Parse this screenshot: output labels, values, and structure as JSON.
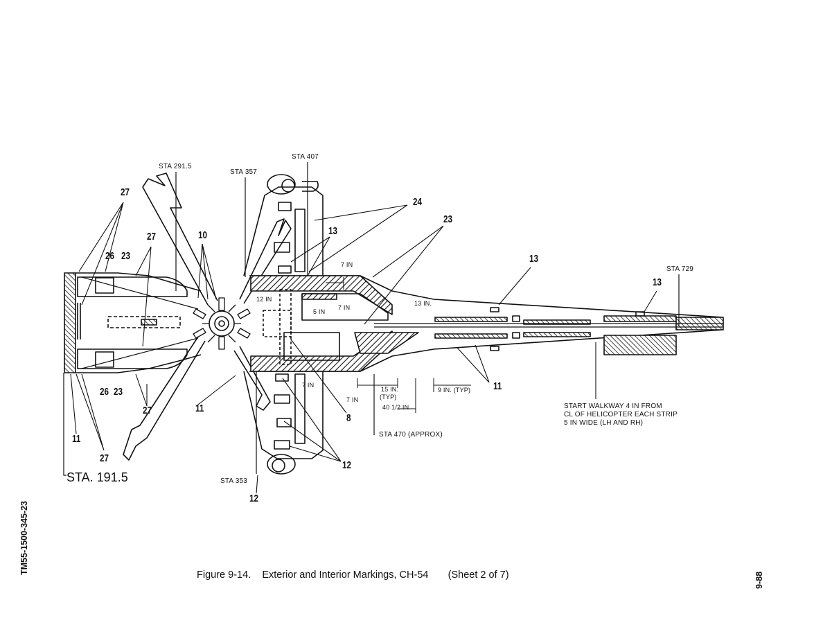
{
  "stations": {
    "sta_2915": "STA 291.5",
    "sta_357": "STA 357",
    "sta_407": "STA 407",
    "sta_729": "STA 729",
    "sta_353": "STA 353",
    "sta_470": "STA 470 (APPROX)",
    "sta_1915": "STA. 191.5"
  },
  "dimensions": {
    "d7in_top": "7 IN",
    "d12in": "12 IN",
    "d5in": "5 IN",
    "d7in_mid": "7 IN",
    "d13in": "13 IN.",
    "d7in_low": "7 IN",
    "d7in_low2": "7 IN",
    "d15in": "15 IN.",
    "typ": "(TYP)",
    "d40_1_2": "40 1/2 IN",
    "d9in": "9 IN. (TYP)"
  },
  "callouts": {
    "c27_top": "27",
    "c27_mid": "27",
    "c26_top": "26",
    "c23_top": "23",
    "c10": "10",
    "c13_a": "13",
    "c24": "24",
    "c23_right": "23",
    "c13_b": "13",
    "c13_c": "13",
    "c11_right": "11",
    "c26_bot": "26",
    "c23_bot": "23",
    "c27_low": "27",
    "c11_mid": "11",
    "c8": "8",
    "c11_left": "11",
    "c27_bottom": "27",
    "c12_right": "12",
    "c12_bottom": "12"
  },
  "walkway_note": "START WALKWAY 4 IN FROM\nCL OF HELICOPTER EACH STRIP\n5 IN WIDE (LH AND RH)",
  "caption": {
    "figure": "Figure 9-14.",
    "title": "Exterior and Interior Markings, CH-54",
    "sheet": "(Sheet 2 of 7)"
  },
  "side_id": "TM55-1500-345-23",
  "page_number": "9-88"
}
